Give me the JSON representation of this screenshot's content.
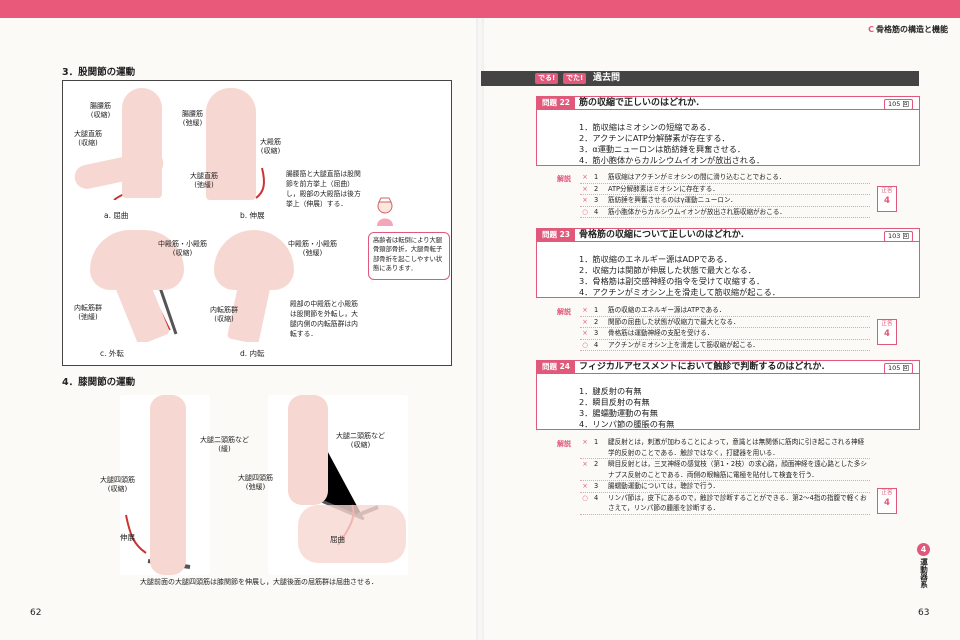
{
  "header": {
    "chapter_letter": "C",
    "chapter_title": "骨格筋の構造と機能"
  },
  "left": {
    "section3": "3．股関節の運動",
    "fig_a": {
      "labels": [
        "腸腰筋\n(収縮)",
        "大腿直筋\n(収縮)"
      ],
      "caption": "a. 屈曲"
    },
    "fig_b": {
      "labels": [
        "腸腰筋\n(弛緩)",
        "大殿筋\n(収縮)",
        "大腿直筋\n(弛緩)"
      ],
      "caption": "b. 伸展"
    },
    "note_ab": "腸腰筋と大腿直筋は股関節を前方挙上（屈曲）し，殿部の大殿筋は後方挙上（伸展）する．",
    "fig_c": {
      "labels": [
        "中殿筋・小殿筋\n(収縮)",
        "内転筋群\n(弛緩)"
      ],
      "caption": "c. 外転"
    },
    "fig_d": {
      "labels": [
        "中殿筋・小殿筋\n(弛緩)",
        "内転筋群\n(収縮)"
      ],
      "caption": "d. 内転"
    },
    "note_cd": "殿部の中殿筋と小殿筋は股関節を外転し，大腿内側の内転筋群は内転する．",
    "bubble": "高齢者は転倒により大腿骨頸部骨折，大腿骨転子部骨折を起こしやすい状態にあります．",
    "section4": "4．膝関節の運動",
    "knee_ext": {
      "labels": [
        "大腿二頭筋など\n(緩)",
        "大腿四頭筋\n(収縮)"
      ],
      "action": "伸展"
    },
    "knee_flex": {
      "labels": [
        "大腿二頭筋など\n(収縮)",
        "大腿四頭筋\n(弛緩)"
      ],
      "action": "屈曲"
    },
    "knee_caption": "大腿前面の大腿四頭筋は膝関節を伸展し，大腿後面の屈筋群は屈曲させる．",
    "page_number": "62"
  },
  "right": {
    "banner": {
      "tag1": "でる!",
      "tag2": "でた!",
      "title": "過去問"
    },
    "questions": [
      {
        "id": "問題 22",
        "title": "筋の収縮で正しいのはどれか．",
        "source": "105 回",
        "options": [
          "1．筋収縮はミオシンの短縮である．",
          "2．アクチンにATP分解酵素が存在する．",
          "3．α運動ニューロンは筋紡錘を興奮させる．",
          "4．筋小胞体からカルシウムイオンが放出される．"
        ],
        "exp_label": "解説",
        "explanations": [
          {
            "mark": "×",
            "num": "1",
            "text": "筋収縮はアクチンがミオシンの間に滑り込むことでおこる．"
          },
          {
            "mark": "×",
            "num": "2",
            "text": "ATP分解酵素はミオシンに存在する．"
          },
          {
            "mark": "×",
            "num": "3",
            "text": "筋紡錘を興奮させるのはγ運動ニューロン．"
          },
          {
            "mark": "○",
            "num": "4",
            "text": "筋小胞体からカルシウムイオンが放出され筋収縮がおこる．"
          }
        ],
        "answer_label": "正答",
        "answer": "4"
      },
      {
        "id": "問題 23",
        "title": "骨格筋の収縮について正しいのはどれか．",
        "source": "103 回",
        "options": [
          "1．筋収縮のエネルギー源はADPである．",
          "2．収縮力は関節が伸展した状態で最大となる．",
          "3．骨格筋は副交感神経の指令を受けて収縮する．",
          "4．アクチンがミオシン上を滑走して筋収縮が起こる．"
        ],
        "exp_label": "解説",
        "explanations": [
          {
            "mark": "×",
            "num": "1",
            "text": "筋の収縮のエネルギー源はATPである．"
          },
          {
            "mark": "×",
            "num": "2",
            "text": "関節の屈曲した状態が収縮力で最大となる．"
          },
          {
            "mark": "×",
            "num": "3",
            "text": "骨格筋は運動神経の支配を受ける．"
          },
          {
            "mark": "○",
            "num": "4",
            "text": "アクチンがミオシン上を滑走して筋収縮が起こる．"
          }
        ],
        "answer_label": "正答",
        "answer": "4"
      },
      {
        "id": "問題 24",
        "title": "フィジカルアセスメントにおいて触診で判断するのはどれか．",
        "source": "105 回",
        "options": [
          "1．腱反射の有無",
          "2．瞬目反射の有無",
          "3．腸蠕動運動の有無",
          "4．リンパ節の腫脹の有無"
        ],
        "exp_label": "解説",
        "explanations": [
          {
            "mark": "×",
            "num": "1",
            "text": "腱反射とは，刺激が加わることによって，意識とは無関係に筋肉に引き起こされる神経学的反射のことである．触診ではなく，打腱器を用いる．"
          },
          {
            "mark": "×",
            "num": "2",
            "text": "瞬目反射とは，三叉神経の感覚枝（第1・2枝）の求心路，顔面神経を遠心路とした多シナプス反射のことである．両側の眼輪筋に電極を貼付して検査を行う．"
          },
          {
            "mark": "×",
            "num": "3",
            "text": "腸蠕動運動については，聴診で行う．"
          },
          {
            "mark": "○",
            "num": "4",
            "text": "リンパ節は，皮下にあるので，触診で診断することができる．第2～4指の指腹で軽くおさえて，リンパ節の腫脹を診断する．"
          }
        ],
        "answer_label": "正答",
        "answer": "4"
      }
    ],
    "side": {
      "chapter_num": "4",
      "chapter_title": "運動器系"
    },
    "page_number": "63"
  },
  "colors": {
    "accent": "#e0587a",
    "banner": "#444444"
  }
}
